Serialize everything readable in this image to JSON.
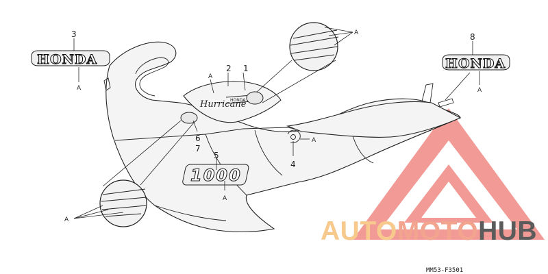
{
  "diagram": {
    "part_numbers": [
      "1",
      "2",
      "3",
      "4",
      "5",
      "6",
      "7",
      "8"
    ],
    "location_marker": "A",
    "emblem_text": "HONDA",
    "model_script": "Hurricane",
    "engine_badge": "1000",
    "drawing_code": "MM53-F3501"
  },
  "watermark": {
    "part1": "AUTO",
    "part2": "MOTO",
    "part3": "HUB",
    "colors": {
      "auto": "#f7c98c",
      "moto": "#f2a48f",
      "hub": "#5b5b5b",
      "logo": "#f08a84"
    }
  }
}
